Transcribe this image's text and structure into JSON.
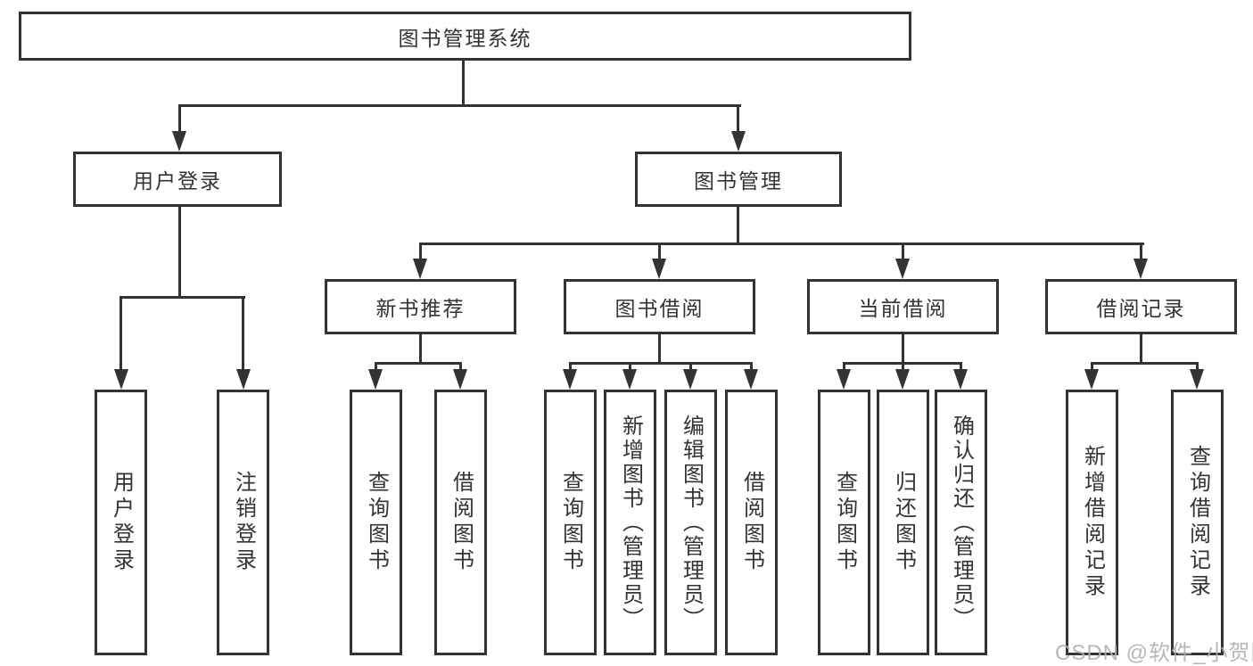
{
  "colors": {
    "line": "#333333",
    "text": "#333333",
    "watermark": "#b0b0b0",
    "background": "#ffffff"
  },
  "watermark": {
    "text": "CSDN @软件_小贺同学"
  },
  "tree": {
    "label": "图书管理系统",
    "children": [
      {
        "label": "用户登录",
        "children": [
          {
            "label": "用户登录"
          },
          {
            "label": "注销登录"
          }
        ]
      },
      {
        "label": "图书管理",
        "children": [
          {
            "label": "新书推荐",
            "children": [
              {
                "label": "查询图书"
              },
              {
                "label": "借阅图书"
              }
            ]
          },
          {
            "label": "图书借阅",
            "children": [
              {
                "label": "查询图书"
              },
              {
                "label": "新增图书（管理员）"
              },
              {
                "label": "编辑图书（管理员）"
              },
              {
                "label": "借阅图书"
              }
            ]
          },
          {
            "label": "当前借阅",
            "children": [
              {
                "label": "查询图书"
              },
              {
                "label": "归还图书"
              },
              {
                "label": "确认归还（管理员）"
              }
            ]
          },
          {
            "label": "借阅记录",
            "children": [
              {
                "label": "新增借阅记录"
              },
              {
                "label": "查询借阅记录"
              }
            ]
          }
        ]
      }
    ]
  }
}
